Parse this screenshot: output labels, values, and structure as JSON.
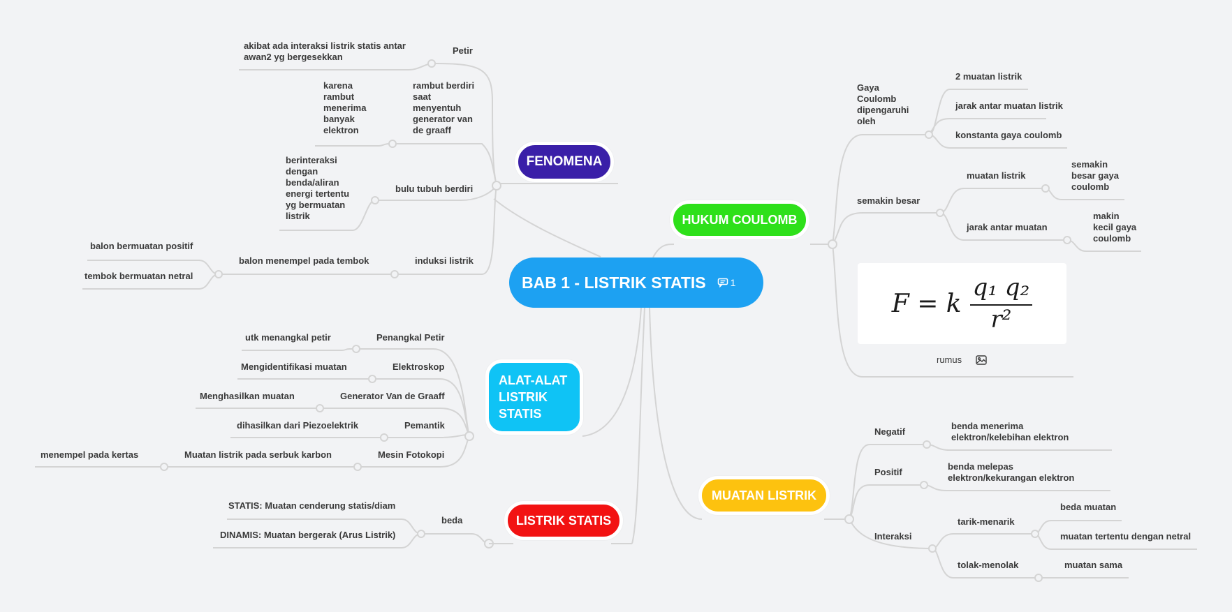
{
  "central": {
    "title": "BAB 1 - LISTRIK STATIS",
    "comment_count": "1",
    "color": "#1da1f2"
  },
  "topics": {
    "fenomena": {
      "label": "FENOMENA",
      "color": "#3a1fa8"
    },
    "hukum": {
      "label": "HUKUM COULOMB",
      "color": "#2ee01a"
    },
    "alat": {
      "label": "ALAT-ALAT LISTRIK STATIS",
      "color": "#0fc3f5"
    },
    "listrik_statis": {
      "label": "LISTRIK STATIS",
      "color": "#f21212"
    },
    "muatan": {
      "label": "MUATAN LISTRIK",
      "color": "#fdc20f"
    }
  },
  "fenomena": {
    "petir": "Petir",
    "petir_detail": "akibat ada interaksi listrik statis antar awan2 yg bergesekkan",
    "rambut": "rambut berdiri saat menyentuh generator van de graaff",
    "rambut_detail": "karena rambut menerima banyak elektron",
    "bulu": "bulu tubuh berdiri",
    "bulu_detail": "berinteraksi dengan benda/aliran energi tertentu yg bermuatan listrik",
    "induksi": "induksi listrik",
    "balon": "balon menempel pada tembok",
    "balon_positif": "balon bermuatan positif",
    "tembok_netral": "tembok bermuatan netral"
  },
  "alat": {
    "items": [
      {
        "name": "Penangkal Petir",
        "detail": "utk menangkal petir"
      },
      {
        "name": "Elektroskop",
        "detail": "Mengidentifikasi muatan"
      },
      {
        "name": "Generator Van de Graaff",
        "detail": "Menghasilkan muatan"
      },
      {
        "name": "Pemantik",
        "detail": "dihasilkan dari Piezoelektrik"
      },
      {
        "name": "Mesin Fotokopi",
        "detail": "Muatan listrik pada serbuk karbon",
        "sub": "menempel pada kertas"
      }
    ]
  },
  "listrik_statis": {
    "beda": "beda",
    "statis": "STATIS: Muatan cenderung statis/diam",
    "dinamis": "DINAMIS: Muatan bergerak (Arus Listrik)"
  },
  "hukum": {
    "gaya": "Gaya Coulomb dipengaruhi oleh",
    "gaya_items": [
      "2 muatan listrik",
      "jarak antar muatan listrik",
      "konstanta gaya coulomb"
    ],
    "semakin": "semakin besar",
    "muatan_listrik": "muatan listrik",
    "muatan_listrik_detail": "semakin besar gaya coulomb",
    "jarak": "jarak antar muatan",
    "jarak_detail": "makin kecil gaya coulomb",
    "formula_lhs": "F = k",
    "formula_num": "q₁ q₂",
    "formula_den": "r²",
    "rumus": "rumus"
  },
  "muatan": {
    "negatif": "Negatif",
    "negatif_detail": "benda menerima elektron/kelebihan elektron",
    "positif": "Positif",
    "positif_detail": "benda melepas elektron/kekurangan elektron",
    "interaksi": "Interaksi",
    "tarik": "tarik-menarik",
    "tarik_items": [
      "beda muatan",
      "muatan tertentu dengan netral"
    ],
    "tolak": "tolak-menolak",
    "tolak_detail": "muatan sama"
  }
}
